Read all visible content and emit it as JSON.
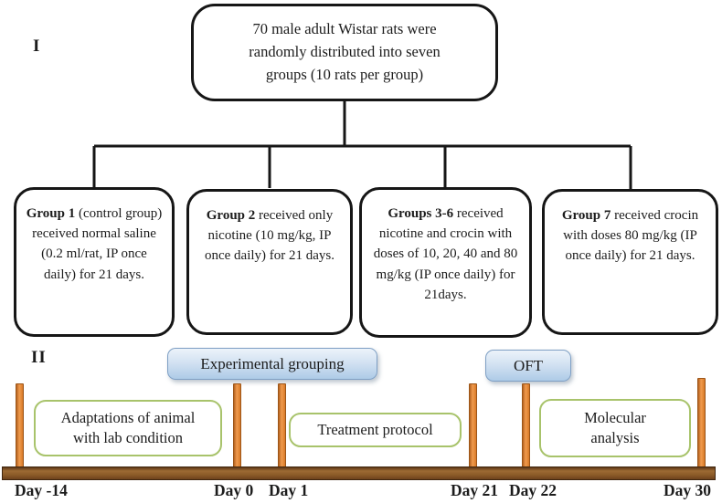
{
  "figure": {
    "section1_label": "I",
    "section2_label": "II",
    "flowchart": {
      "root_text": "70 male adult Wistar rats were randomly distributed into seven groups (10 rats per group)",
      "groups": [
        {
          "title": "Group 1",
          "text": " (control group) received normal saline (0.2 ml/rat, IP once daily) for 21 days."
        },
        {
          "title": "Group 2",
          "text": " received only nicotine (10 mg/kg, IP once daily) for 21 days."
        },
        {
          "title": "Groups 3-6",
          "text": " received nicotine and crocin with doses of 10, 20, 40 and 80 mg/kg (IP once daily) for 21days."
        },
        {
          "title": "Group 7",
          "text": " received crocin with doses 80 mg/kg (IP once daily) for 21 days."
        }
      ]
    },
    "timeline": {
      "callouts": {
        "experimental_grouping": "Experimental grouping",
        "oft": "OFT"
      },
      "phases": {
        "adaptation": "Adaptations of animal with lab condition",
        "treatment": "Treatment protocol",
        "molecular": "Molecular analysis"
      },
      "days": [
        "Day -14",
        "Day 0",
        "Day 1",
        "Day 21",
        "Day 22",
        "Day 30"
      ]
    },
    "colors": {
      "flowbox_border": "#161616",
      "callout_border": "#7e9fc4",
      "callout_fill_top": "#ecf3fa",
      "callout_fill_bottom": "#aecbe7",
      "phase_border": "#a8c36b",
      "post_fill": "#f09b4e",
      "post_border": "#9c5518",
      "bar_fill": "#8a5a28",
      "bar_border": "#40260f",
      "text": "#1c1c1c"
    }
  }
}
